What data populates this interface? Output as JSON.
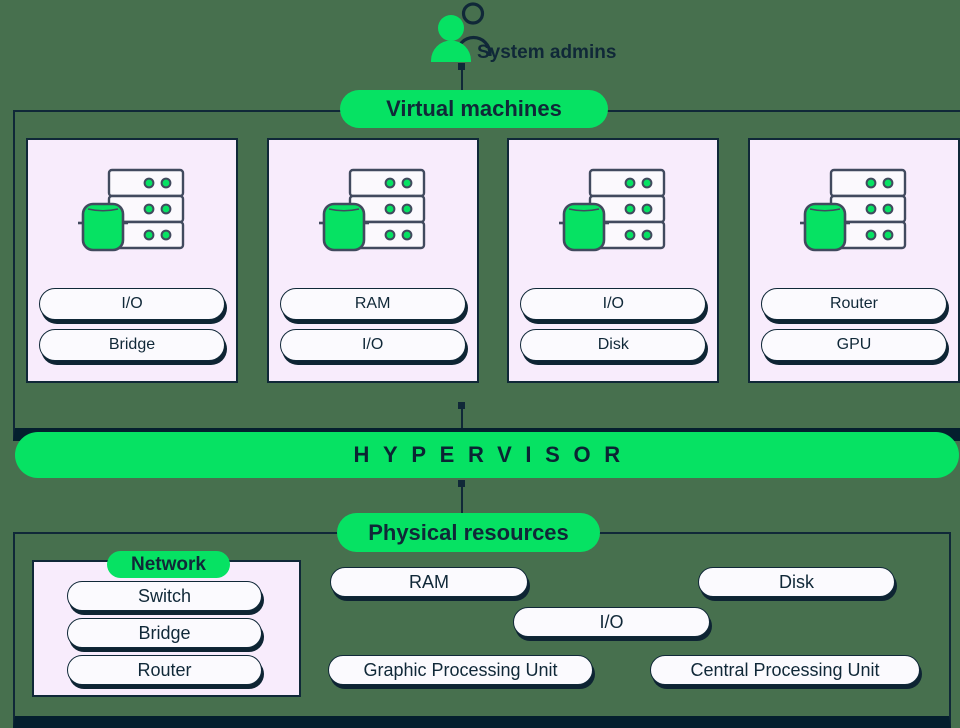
{
  "colors": {
    "background": "#47704e",
    "accent_green": "#06e263",
    "navy": "#102838",
    "dark_bar": "#041f2e",
    "card_pink": "#f8ecfc",
    "pill_white": "#fbfafe"
  },
  "admins": {
    "label": "System admins"
  },
  "vm_section": {
    "label": "Virtual machines",
    "machines": [
      {
        "pills": [
          "I/O",
          "Bridge"
        ]
      },
      {
        "pills": [
          "RAM",
          "I/O"
        ]
      },
      {
        "pills": [
          "I/O",
          "Disk"
        ]
      },
      {
        "pills": [
          "Router",
          "GPU"
        ]
      }
    ]
  },
  "hypervisor": {
    "label": "HYPERVISOR"
  },
  "physical_section": {
    "label": "Physical resources",
    "network": {
      "label": "Network",
      "pills": [
        "Switch",
        "Bridge",
        "Router"
      ]
    },
    "resources": [
      "RAM",
      "Disk",
      "I/O",
      "Graphic Processing Unit",
      "Central Processing Unit"
    ]
  }
}
